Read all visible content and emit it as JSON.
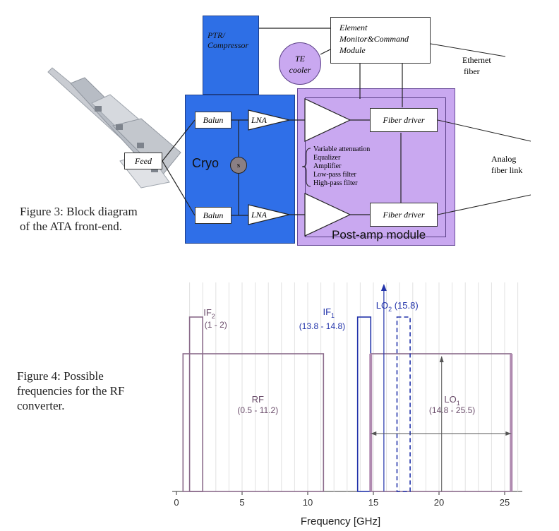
{
  "block_diagram": {
    "ptr_compressor": "PTR/ Compressor",
    "element_module": [
      "Element",
      "Monitor&Command",
      "Module"
    ],
    "te_cooler": [
      "TE",
      "cooler"
    ],
    "ethernet_fiber": [
      "Ethernet",
      "fiber"
    ],
    "feed": "Feed",
    "balun_top": "Balun",
    "balun_bottom": "Balun",
    "lna_top": "LNA",
    "lna_bottom": "LNA",
    "cryo": "Cryo",
    "switch": "s",
    "fiber_driver_top": "Fiber driver",
    "fiber_driver_bottom": "Fiber driver",
    "chain_list": [
      "Variable attenuation",
      "Equalizer",
      "Amplifier",
      "Low-pass filter",
      "High-pass filter"
    ],
    "analog_link": [
      "Analog",
      "fiber link"
    ],
    "post_amp": "Post-amp module",
    "colors": {
      "cryo_blue": "#2f6fe8",
      "post_amp_purple": "#c9a8f0",
      "ptr_blue": "#2e6fe6"
    }
  },
  "figure3_caption": [
    "Figure 3:  Block diagram",
    "of  the ATA front-end."
  ],
  "figure4_caption": [
    "Figure 4:  Possible",
    "frequencies for the RF",
    "converter."
  ],
  "chart_data": {
    "type": "bar",
    "xlabel": "Frequency [GHz]",
    "xlim": [
      0,
      27
    ],
    "ticks": [
      0,
      5,
      10,
      15,
      20,
      25
    ],
    "tick_labels": [
      "0",
      "5",
      "10",
      "15",
      "20",
      "25"
    ],
    "bands": [
      {
        "label": "IF",
        "sub": "2",
        "range_label": "(1 - 2)",
        "x0": 1,
        "x1": 2,
        "height": 0.95,
        "style": "solid"
      },
      {
        "label": "RF",
        "sub": "",
        "range_label": "(0.5 - 11.2)",
        "x0": 0.5,
        "x1": 11.2,
        "height": 0.75,
        "style": "solid"
      },
      {
        "label": "IF",
        "sub": "1",
        "range_label": "(13.8 - 14.8)",
        "x0": 13.8,
        "x1": 14.8,
        "height": 0.95,
        "style": "solid"
      },
      {
        "label": "LO",
        "sub": "1",
        "range_label": "(14.8 - 25.5)",
        "x0": 14.8,
        "x1": 25.5,
        "height": 0.75,
        "style": "solid"
      },
      {
        "label": "",
        "sub": "",
        "range_label": "",
        "x0": 16.8,
        "x1": 17.8,
        "height": 0.95,
        "style": "dashed"
      }
    ],
    "lo2": {
      "label": "LO",
      "sub": "2",
      "range_label": "(15.8)",
      "x": 15.8
    },
    "colors": {
      "band": "#8a6a8a",
      "band_fill": "#b08ab0",
      "blue": "#2233aa"
    }
  }
}
